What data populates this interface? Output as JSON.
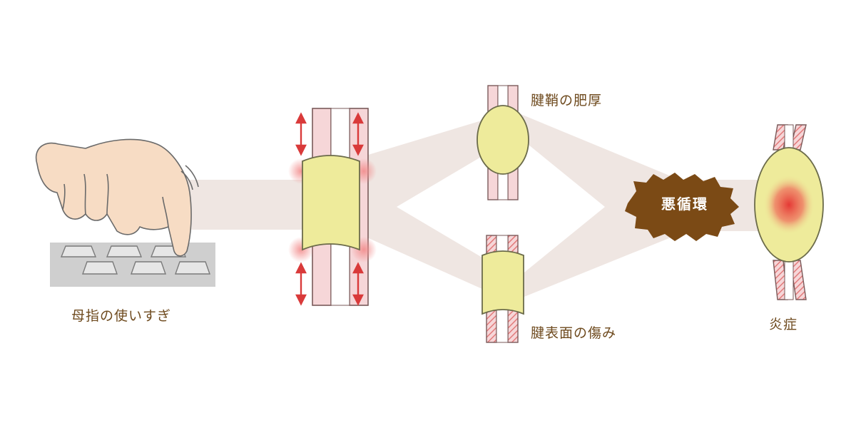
{
  "labels": {
    "thumb_overuse": "母指の使いすぎ",
    "sheath_thickening": "腱鞘の肥厚",
    "tendon_surface_damage": "腱表面の傷み",
    "vicious_cycle": "悪循環",
    "inflammation": "炎症"
  },
  "colors": {
    "flow_band": "#efe6e2",
    "sheath_fill": "#eeeb9b",
    "tendon_pink": "#f6d6d8",
    "tendon_stripe": "#e27a7a",
    "arrow_red": "#d93a3a",
    "badge_brown": "#7b4a15",
    "label_brown": "#6e4a1e",
    "skin": "#f7dcc4",
    "keyboard": "#c8c8c8"
  }
}
